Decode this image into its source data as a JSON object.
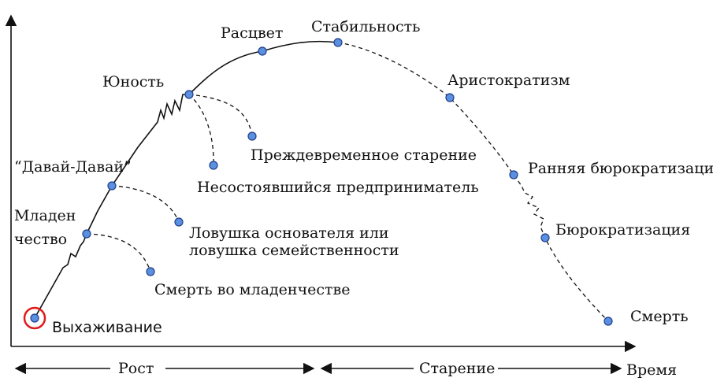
{
  "stages": {
    "survival": "Выхаживание",
    "infancy_1": "Младен",
    "infancy_2": "чество",
    "gogo": "“Давай-Давай”",
    "youth": "Юность",
    "prime": "Расцвет",
    "stability": "Стабильность",
    "aristocracy": "Аристократизм",
    "early_bureaucracy": "Ранняя бюрократизаци",
    "bureaucracy": "Бюрократизация",
    "death": "Смерть"
  },
  "traps": {
    "infant_mortality": "Смерть во младенчестве",
    "founder_trap_1": "Ловушка основателя или",
    "founder_trap_2": "ловушка семейственности",
    "premature_aging": "Преждевременное старение",
    "unfulfilled_entrepreneur": "Несостоявшийся предприниматель"
  },
  "axis": {
    "growth": "Рост",
    "aging": "Старение",
    "time": "Время"
  },
  "colors": {
    "node_fill": "#5b8fe0",
    "node_stroke": "#1f3f8a",
    "highlight": "#e01b1b"
  }
}
